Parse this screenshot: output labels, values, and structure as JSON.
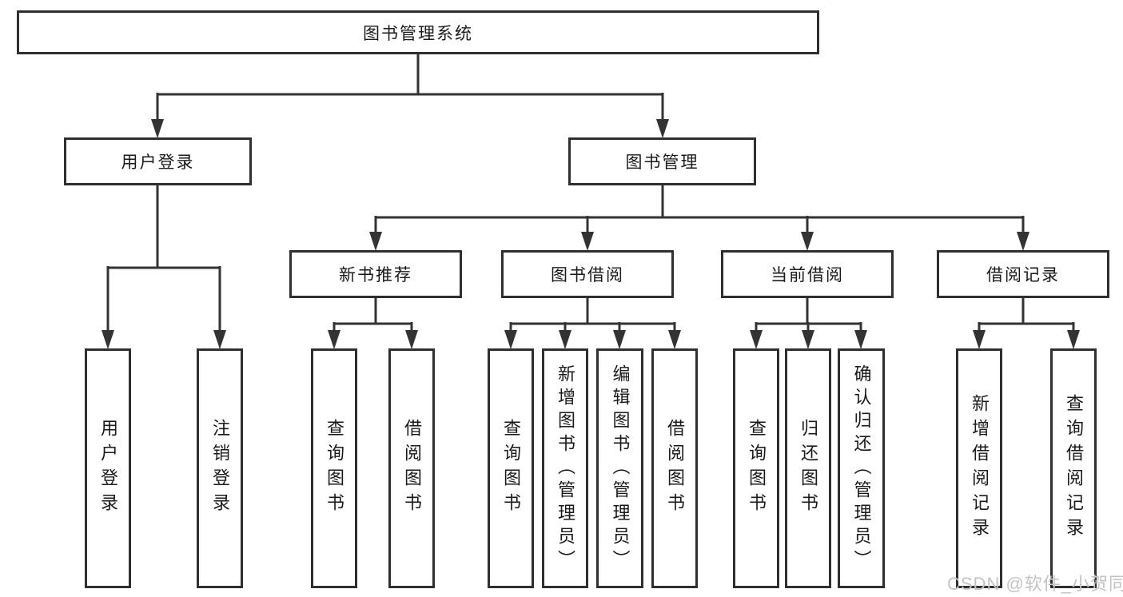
{
  "tree": {
    "label": "图书管理系统",
    "children": [
      {
        "label": "用户登录",
        "children": [
          {
            "label": "用户登录"
          },
          {
            "label": "注销登录"
          }
        ]
      },
      {
        "label": "图书管理",
        "children": [
          {
            "label": "新书推荐",
            "children": [
              {
                "label": "查询图书"
              },
              {
                "label": "借阅图书"
              }
            ]
          },
          {
            "label": "图书借阅",
            "children": [
              {
                "label": "查询图书"
              },
              {
                "label": "新增图书（管理员）"
              },
              {
                "label": "编辑图书（管理员）"
              },
              {
                "label": "借阅图书"
              }
            ]
          },
          {
            "label": "当前借阅",
            "children": [
              {
                "label": "查询图书"
              },
              {
                "label": "归还图书"
              },
              {
                "label": "确认归还（管理员）"
              }
            ]
          },
          {
            "label": "借阅记录",
            "children": [
              {
                "label": "新增借阅记录"
              },
              {
                "label": "查询借阅记录"
              }
            ]
          }
        ]
      }
    ]
  },
  "watermark": "CSDN @软件_小贺同学",
  "colors": {
    "line": "#333333",
    "border": "#2f2f2f",
    "text": "#1a1a1a",
    "watermark": "#c3c3c3",
    "background": "#ffffff"
  }
}
